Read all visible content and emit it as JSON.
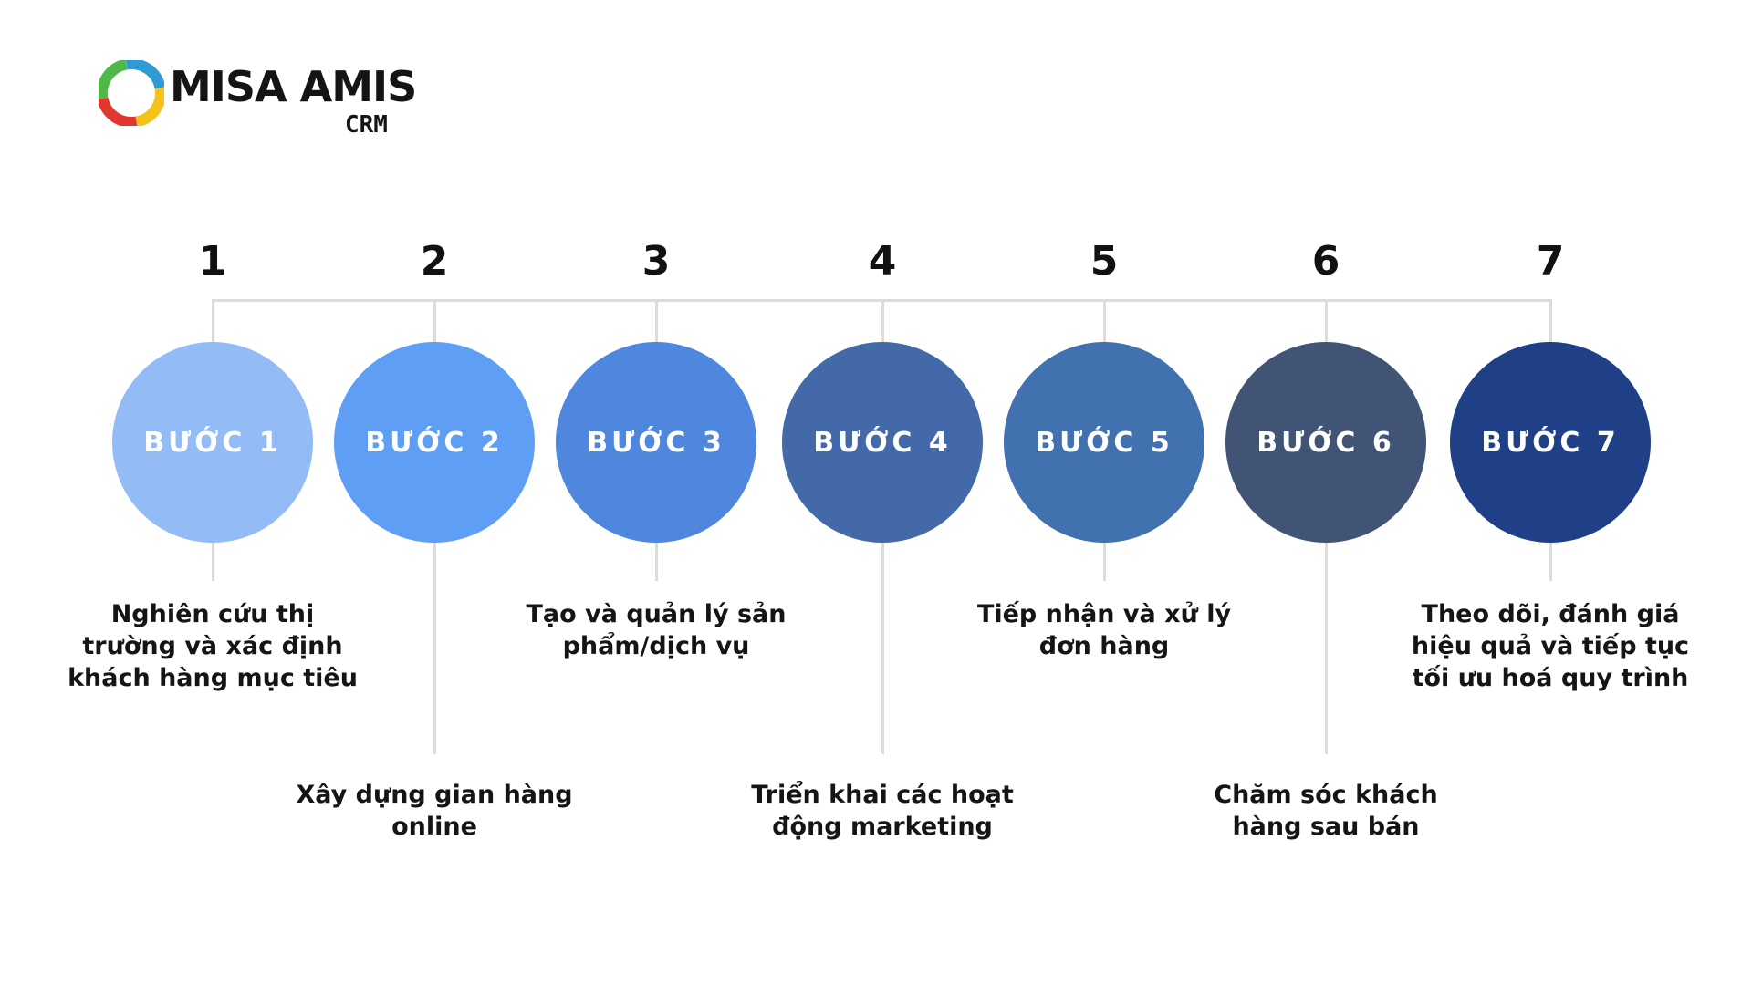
{
  "brand": {
    "name": "MISA AMIS",
    "product": "CRM",
    "logo_colors": [
      "#2e9ad6",
      "#f5c21b",
      "#e2372f",
      "#4fb848"
    ]
  },
  "steps": [
    {
      "number": "1",
      "label": "BƯỚC 1",
      "description": "Nghiên cứu thị trường và xác định khách hàng mục tiêu",
      "position": "upper",
      "color": "#93bcf6"
    },
    {
      "number": "2",
      "label": "BƯỚC 2",
      "description": "Xây dựng gian hàng online",
      "position": "lower",
      "color": "#5f9ef5"
    },
    {
      "number": "3",
      "label": "BƯỚC 3",
      "description": "Tạo và quản lý sản phẩm/dịch vụ",
      "position": "upper",
      "color": "#4f86de"
    },
    {
      "number": "4",
      "label": "BƯỚC 4",
      "description": "Triển khai các hoạt động marketing",
      "position": "lower",
      "color": "#4469a8"
    },
    {
      "number": "5",
      "label": "BƯỚC 5",
      "description": "Tiếp nhận và xử lý đơn hàng",
      "position": "upper",
      "color": "#4171ae"
    },
    {
      "number": "6",
      "label": "BƯỚC 6",
      "description": "Chăm sóc khách hàng sau bán",
      "position": "lower",
      "color": "#425475"
    },
    {
      "number": "7",
      "label": "BƯỚC 7",
      "description": "Theo dõi, đánh giá hiệu quả và tiếp tục tối ưu hoá quy trình",
      "position": "upper",
      "color": "#1f3f86"
    }
  ]
}
